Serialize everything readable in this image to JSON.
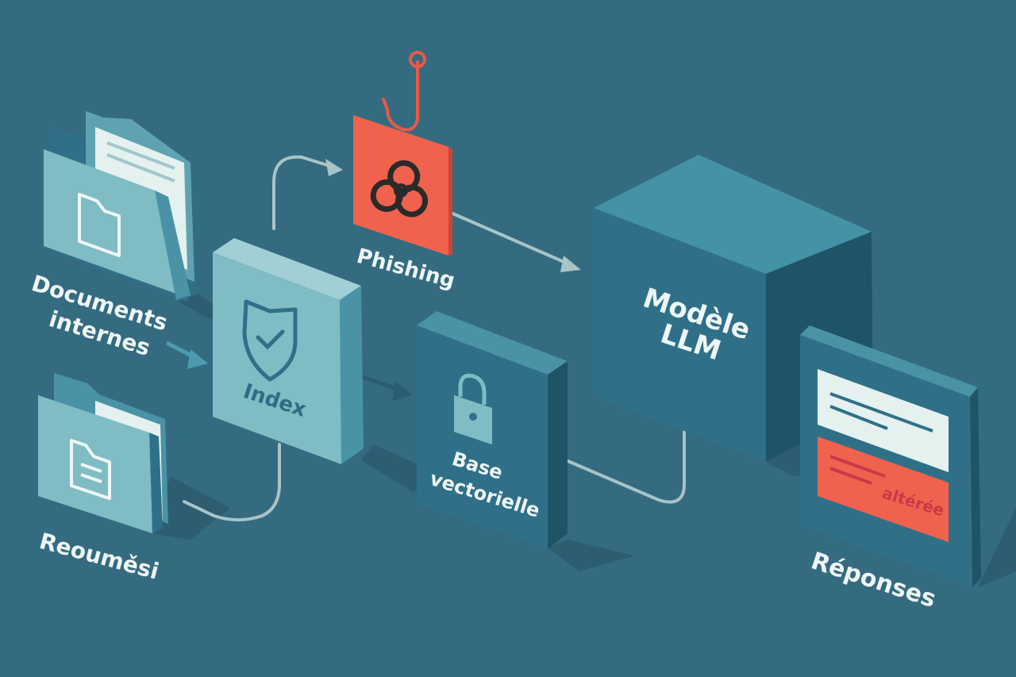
{
  "nodes": {
    "documents": {
      "label_line1": "Documents",
      "label_line2": "internes"
    },
    "reoumesi": {
      "label": "Reouměsi"
    },
    "index": {
      "label": "Index"
    },
    "phishing": {
      "label": "Phishing"
    },
    "base": {
      "label_line1": "Base",
      "label_line2": "vectorielle"
    },
    "llm": {
      "label_line1": "Modèle",
      "label_line2": "LLM"
    },
    "reponses": {
      "label": "Réponses",
      "altered_tag": "altérée"
    }
  },
  "colors": {
    "background": "#356b80",
    "light_teal": "#7fbcc4",
    "mid_teal": "#2f7088",
    "dark_teal": "#1f5468",
    "danger": "#f0624d",
    "paper": "#e4f1ee"
  }
}
